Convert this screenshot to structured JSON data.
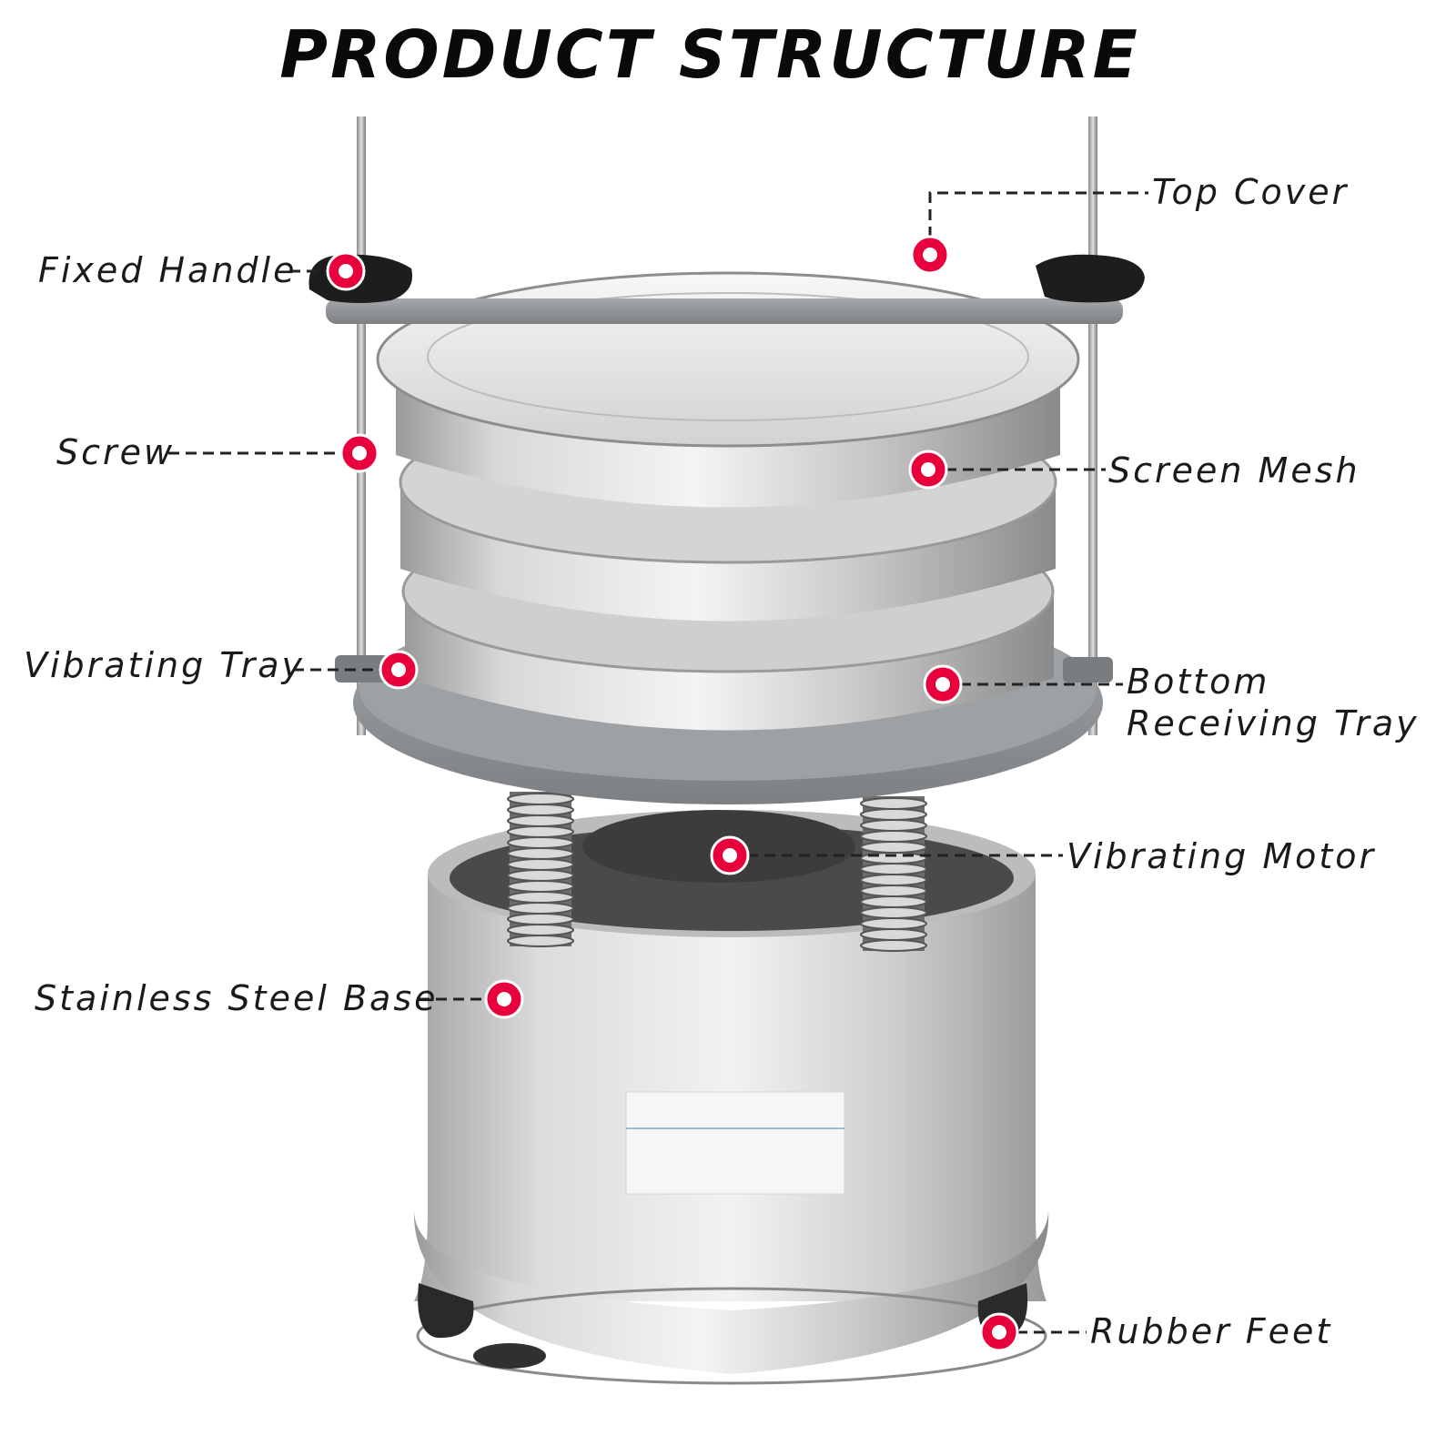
{
  "title": "PRODUCT STRUCTURE",
  "colors": {
    "marker": "#e8003d",
    "steel_light": "#e6e6e6",
    "steel_dark": "#8c8c8c",
    "tray_gray": "#8f9295",
    "leader": "#222222"
  },
  "labels": {
    "top_cover": "Top Cover",
    "fixed_handle": "Fixed Handle",
    "screw": "Screw",
    "screen_mesh": "Screen Mesh",
    "vibrating_tray": "Vibrating Tray",
    "bottom_receiving_tray_1": "Bottom",
    "bottom_receiving_tray_2": "Receiving Tray",
    "vibrating_motor": "Vibrating Motor",
    "stainless_steel_base": "Stainless Steel Base",
    "rubber_feet": "Rubber Feet"
  }
}
